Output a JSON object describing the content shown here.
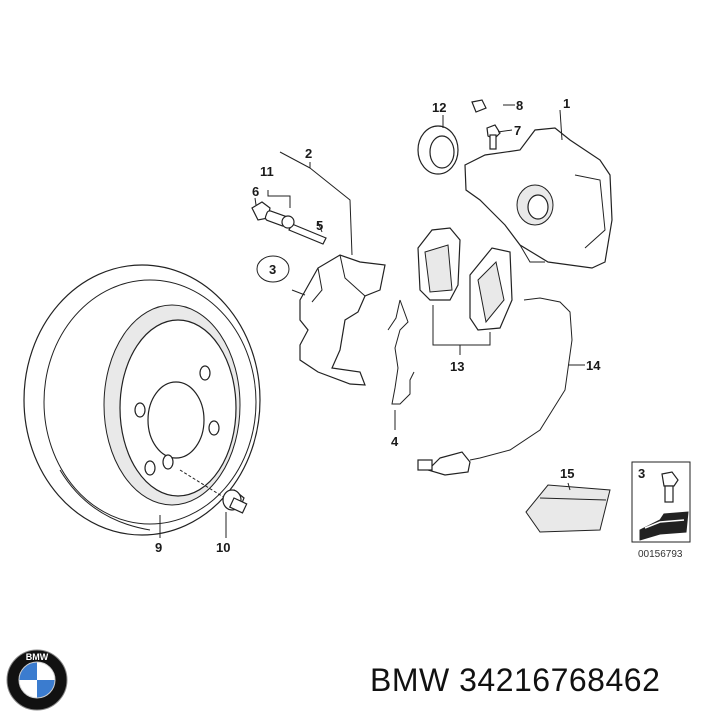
{
  "diagram": {
    "callouts": {
      "c1": "1",
      "c2": "2",
      "c3": "3",
      "c4": "4",
      "c5": "5",
      "c6": "6",
      "c7": "7",
      "c8": "8",
      "c9": "9",
      "c10": "10",
      "c11": "11",
      "c12": "12",
      "c13": "13",
      "c14": "14",
      "c15": "15",
      "c3_inset": "3"
    },
    "reference_number": "00156793"
  },
  "brand": {
    "logo_text": "BMW",
    "part_number": "BMW 34216768462"
  }
}
